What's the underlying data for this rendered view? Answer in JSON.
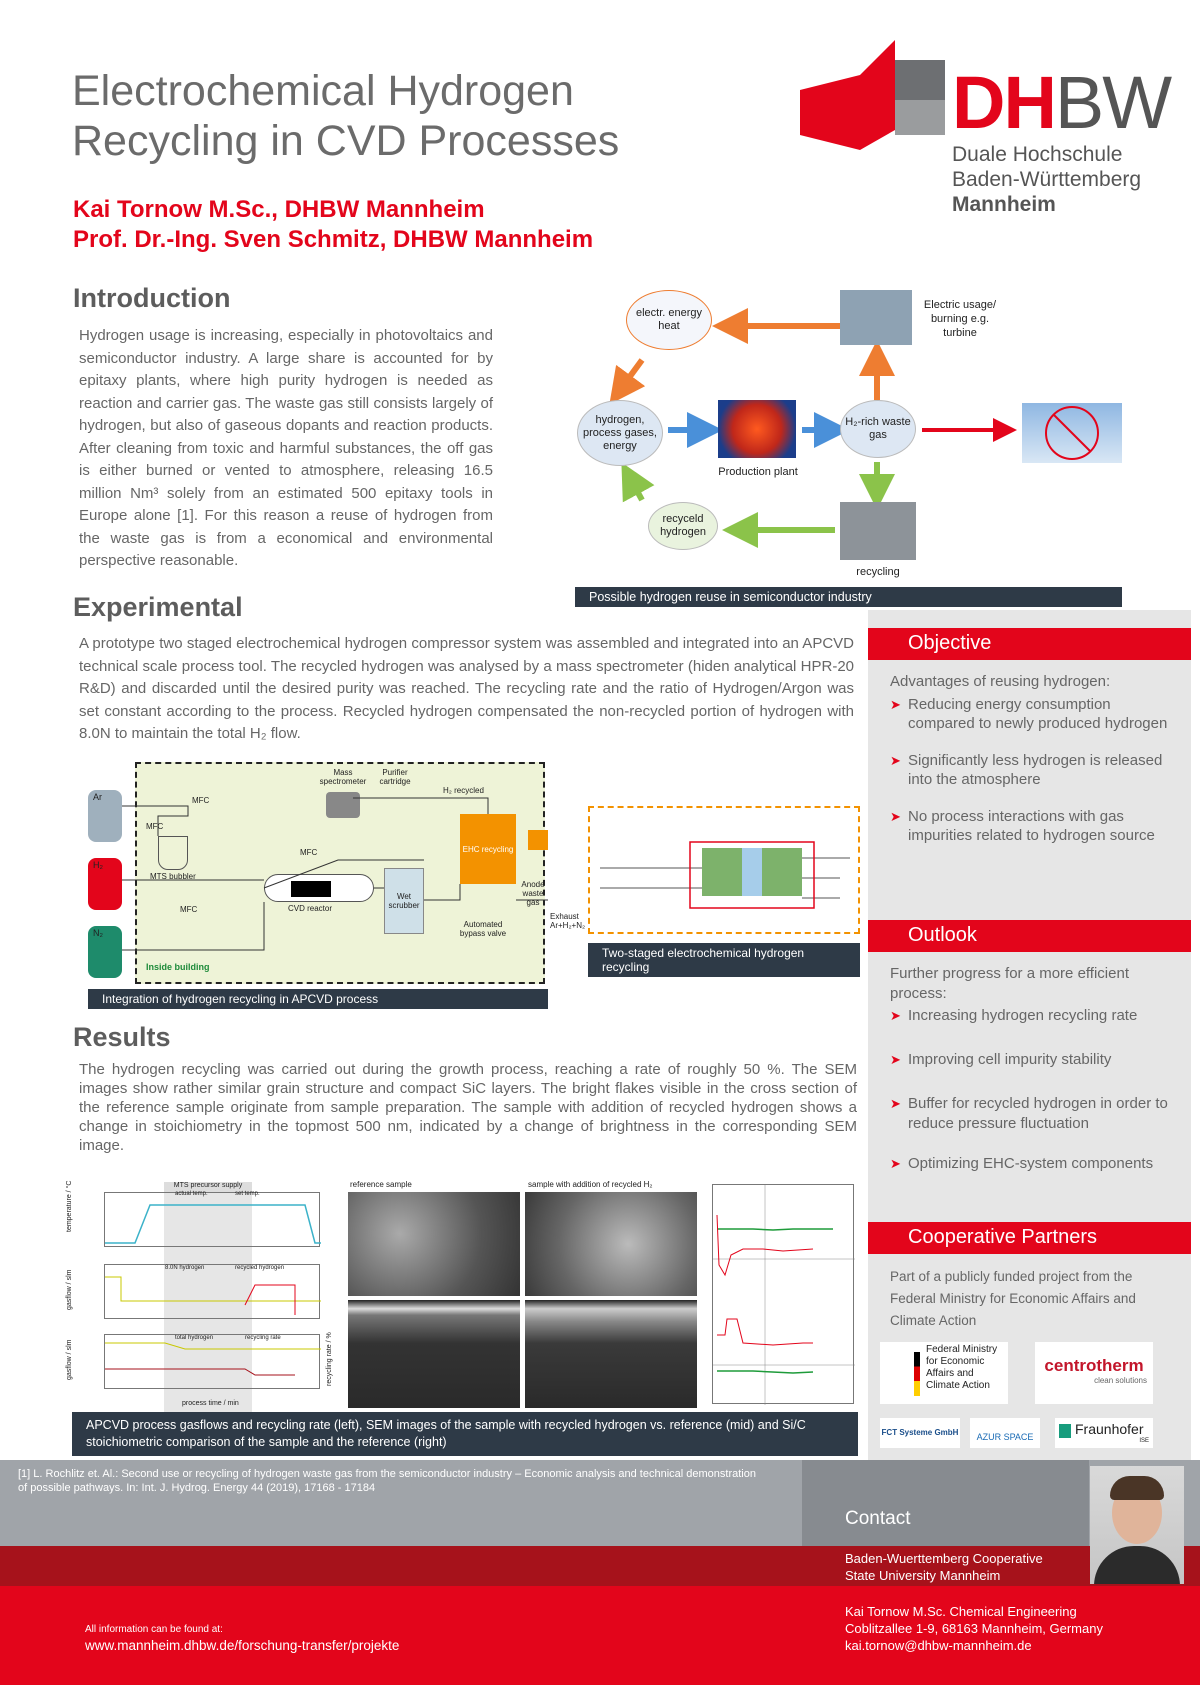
{
  "header": {
    "title_line1": "Electrochemical Hydrogen",
    "title_line2": "Recycling in CVD Processes",
    "author1": "Kai Tornow M.Sc., DHBW Mannheim",
    "author2": "Prof. Dr.-Ing. Sven Schmitz, DHBW Mannheim"
  },
  "logo": {
    "dh": "DH",
    "bw": "BW",
    "line1": "Duale Hochschule",
    "line2": "Baden-Württemberg",
    "line3": "Mannheim"
  },
  "introduction": {
    "heading": "Introduction",
    "text": "Hydrogen usage is increasing, especially in photovoltaics and semiconductor industry. A large share is accounted for by epitaxy plants, where high purity hydrogen is needed as reaction and carrier gas. The waste gas still consists largely of hydrogen, but also of gaseous dopants and reaction products. After cleaning from toxic and harmful substances, the off gas is either burned or vented to atmosphere, releasing 16.5 million Nm³ solely from an estimated 500 epitaxy tools in Europe alone [1]. For this reason a reuse of hydrogen from the waste gas is from a economical and environmental perspective reasonable."
  },
  "cycle_diagram": {
    "node_energy": "electr. energy heat",
    "node_electric": "Electric usage/ burning e.g. turbine",
    "node_hydrogen": "hydrogen, process gases, energy",
    "node_plant": "Production plant",
    "node_waste": "H₂-rich waste gas",
    "node_recycled": "recyceld hydrogen",
    "node_recycling": "recycling",
    "caption": "Possible hydrogen reuse in semiconductor industry"
  },
  "experimental": {
    "heading": "Experimental",
    "text": "A prototype two staged electrochemical hydrogen compressor system was assembled and integrated into an APCVD technical scale process tool. The recycled hydrogen was analysed by a mass spectrometer (hiden analytical HPR-20 R&D) and discarded until the desired purity was reached. The recycling rate and the ratio of Hydrogen/Argon was set constant according to the process. Recycled hydrogen compensated the non-recycled portion of hydrogen with 8.0N to maintain the total H₂ flow."
  },
  "process_diagram": {
    "ar": "Ar",
    "h2": "H₂",
    "n2": "N₂",
    "mfc": "MFC",
    "mts_bubbler": "MTS bubbler",
    "mass_spec": "Mass spectrometer",
    "purifier": "Purifier cartridge",
    "h2_recycled": "H₂ recycled",
    "ehc": "EHC recycling",
    "anode": "Anode waste gas",
    "cvd_reactor": "CVD reactor",
    "wet_scrubber": "Wet scrubber",
    "bypass": "Automated bypass valve",
    "exhaust": "Exhaust Ar+H₂+N₂",
    "inside": "Inside building",
    "caption": "Integration of hydrogen recycling in APCVD process"
  },
  "ehc_caption": "Two-staged electrochemical hydrogen recycling",
  "results": {
    "heading": "Results",
    "text": "The hydrogen recycling was carried out during the growth process, reaching a rate of roughly 50 %. The SEM images show rather similar grain structure and compact SiC layers. The bright flakes visible in the cross section of the reference sample originate from sample preparation. The sample with addition of recycled hydrogen shows a change in stoichiometry in the topmost 500 nm, indicated by a change of brightness in the corresponding SEM image.",
    "chart_header": "MTS precursor supply",
    "legend_actual": "actual temp.",
    "legend_set": "set temp.",
    "legend_80n": "8.0N hydrogen",
    "legend_recycled": "recycled hydrogen",
    "legend_total": "total hydrogen",
    "legend_rate": "recycling rate",
    "ylabel_temp": "temperature / °C",
    "ylabel_flow1": "gasflow / slm",
    "ylabel_flow2": "gasflow / slm",
    "ylabel_rate": "recycling rate / %",
    "xlabel": "process time / min",
    "sem_ref": "reference sample",
    "sem_rec": "sample with addition of recycled H₂",
    "caption": "APCVD process gasflows and recycling rate (left), SEM images of the sample with recycled hydrogen vs. reference (mid) and Si/C stoichiometric comparison of the sample and the reference  (right)"
  },
  "objective": {
    "heading": "Objective",
    "intro": "Advantages of reusing hydrogen:",
    "items": [
      "Reducing energy consumption compared to newly produced hydrogen",
      "Significantly less hydrogen is released into the atmosphere",
      "No process interactions with gas impurities related to hydrogen source"
    ]
  },
  "outlook": {
    "heading": "Outlook",
    "intro": "Further progress for a more efficient process:",
    "items": [
      "Increasing hydrogen recycling rate",
      "Improving cell impurity stability",
      "Buffer for recycled hydrogen in order to reduce pressure fluctuation",
      "Optimizing EHC-system components"
    ]
  },
  "partners": {
    "heading": "Cooperative Partners",
    "text": "Part of a publicly funded project from the Federal Ministry for Economic Affairs and Climate Action",
    "bmwk": "Federal Ministry for Economic Affairs and Climate Action",
    "centrotherm": "centrotherm",
    "centrotherm_sub": "clean solutions",
    "fct": "FCT Systeme GmbH",
    "azur": "AZUR SPACE",
    "fraunhofer": "Fraunhofer",
    "fraunhofer_sub": "ISE"
  },
  "footer": {
    "reference": "[1] L. Rochlitz et. Al.: Second use or recycling of hydrogen waste gas from the semiconductor industry – Economic analysis and technical demonstration of possible pathways. In: Int. J. Hydrog. Energy 44 (2019), 17168 - 17184",
    "contact": "Contact",
    "uni1": "Baden-Wuerttemberg Cooperative",
    "uni2": "State University Mannheim",
    "name": "Kai Tornow M.Sc. Chemical Engineering",
    "address": "Coblitzallee 1-9, 68163 Mannheim, Germany",
    "email": "kai.tornow@dhbw-mannheim.de",
    "info": "All information can be found at:",
    "url": "www.mannheim.dhbw.de/forschung-transfer/projekte"
  },
  "colors": {
    "accent_red": "#e3051b",
    "dark_red": "#a6121b",
    "caption_bg": "#2e3a47"
  }
}
